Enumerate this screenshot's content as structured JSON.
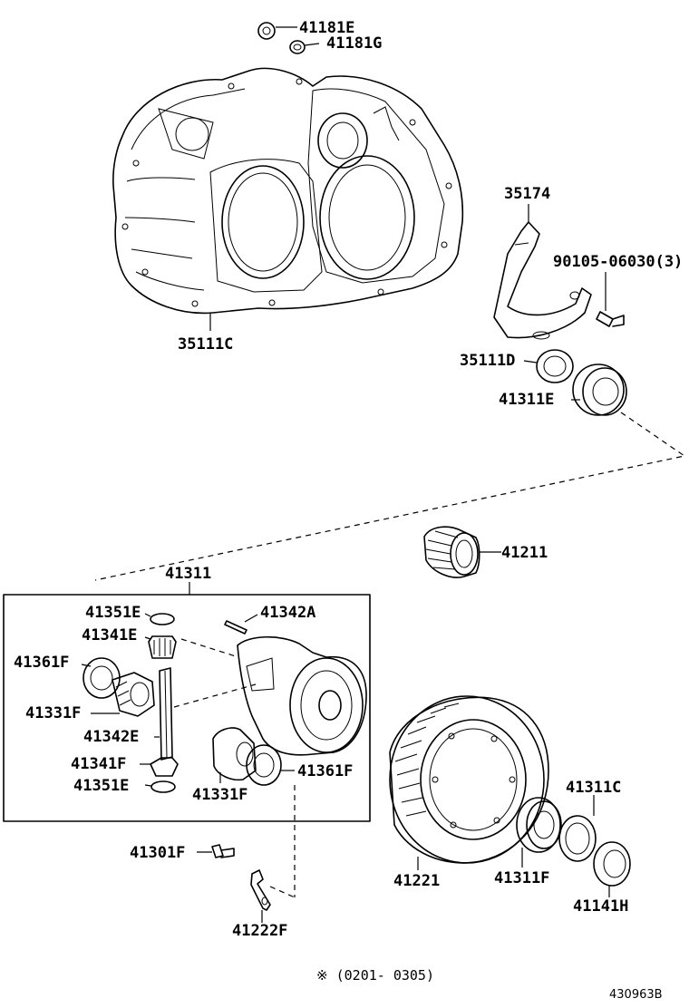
{
  "labels": {
    "p41181E": "41181E",
    "p41181G": "41181G",
    "p35174": "35174",
    "p90105": "90105-06030(3)",
    "p35111C": "35111C",
    "p35111D": "35111D",
    "p41311E": "41311E",
    "p41211": "41211",
    "p41311": "41311",
    "p41351E_top": "41351E",
    "p41342A": "41342A",
    "p41341E_top": "41341E",
    "p41361F_left": "41361F",
    "p41331F_left": "41331F",
    "p41342E": "41342E",
    "p41341F": "41341F",
    "p41351E_bot": "41351E",
    "p41331F_bot": "41331F",
    "p41361F_right": "41361F",
    "p41311C": "41311C",
    "p41301F": "41301F",
    "p41221": "41221",
    "p41311F": "41311F",
    "p41222F": "41222F",
    "p41141H": "41141H"
  },
  "footnote": "※ (0201- 0305)",
  "diagram_code": "430963B"
}
